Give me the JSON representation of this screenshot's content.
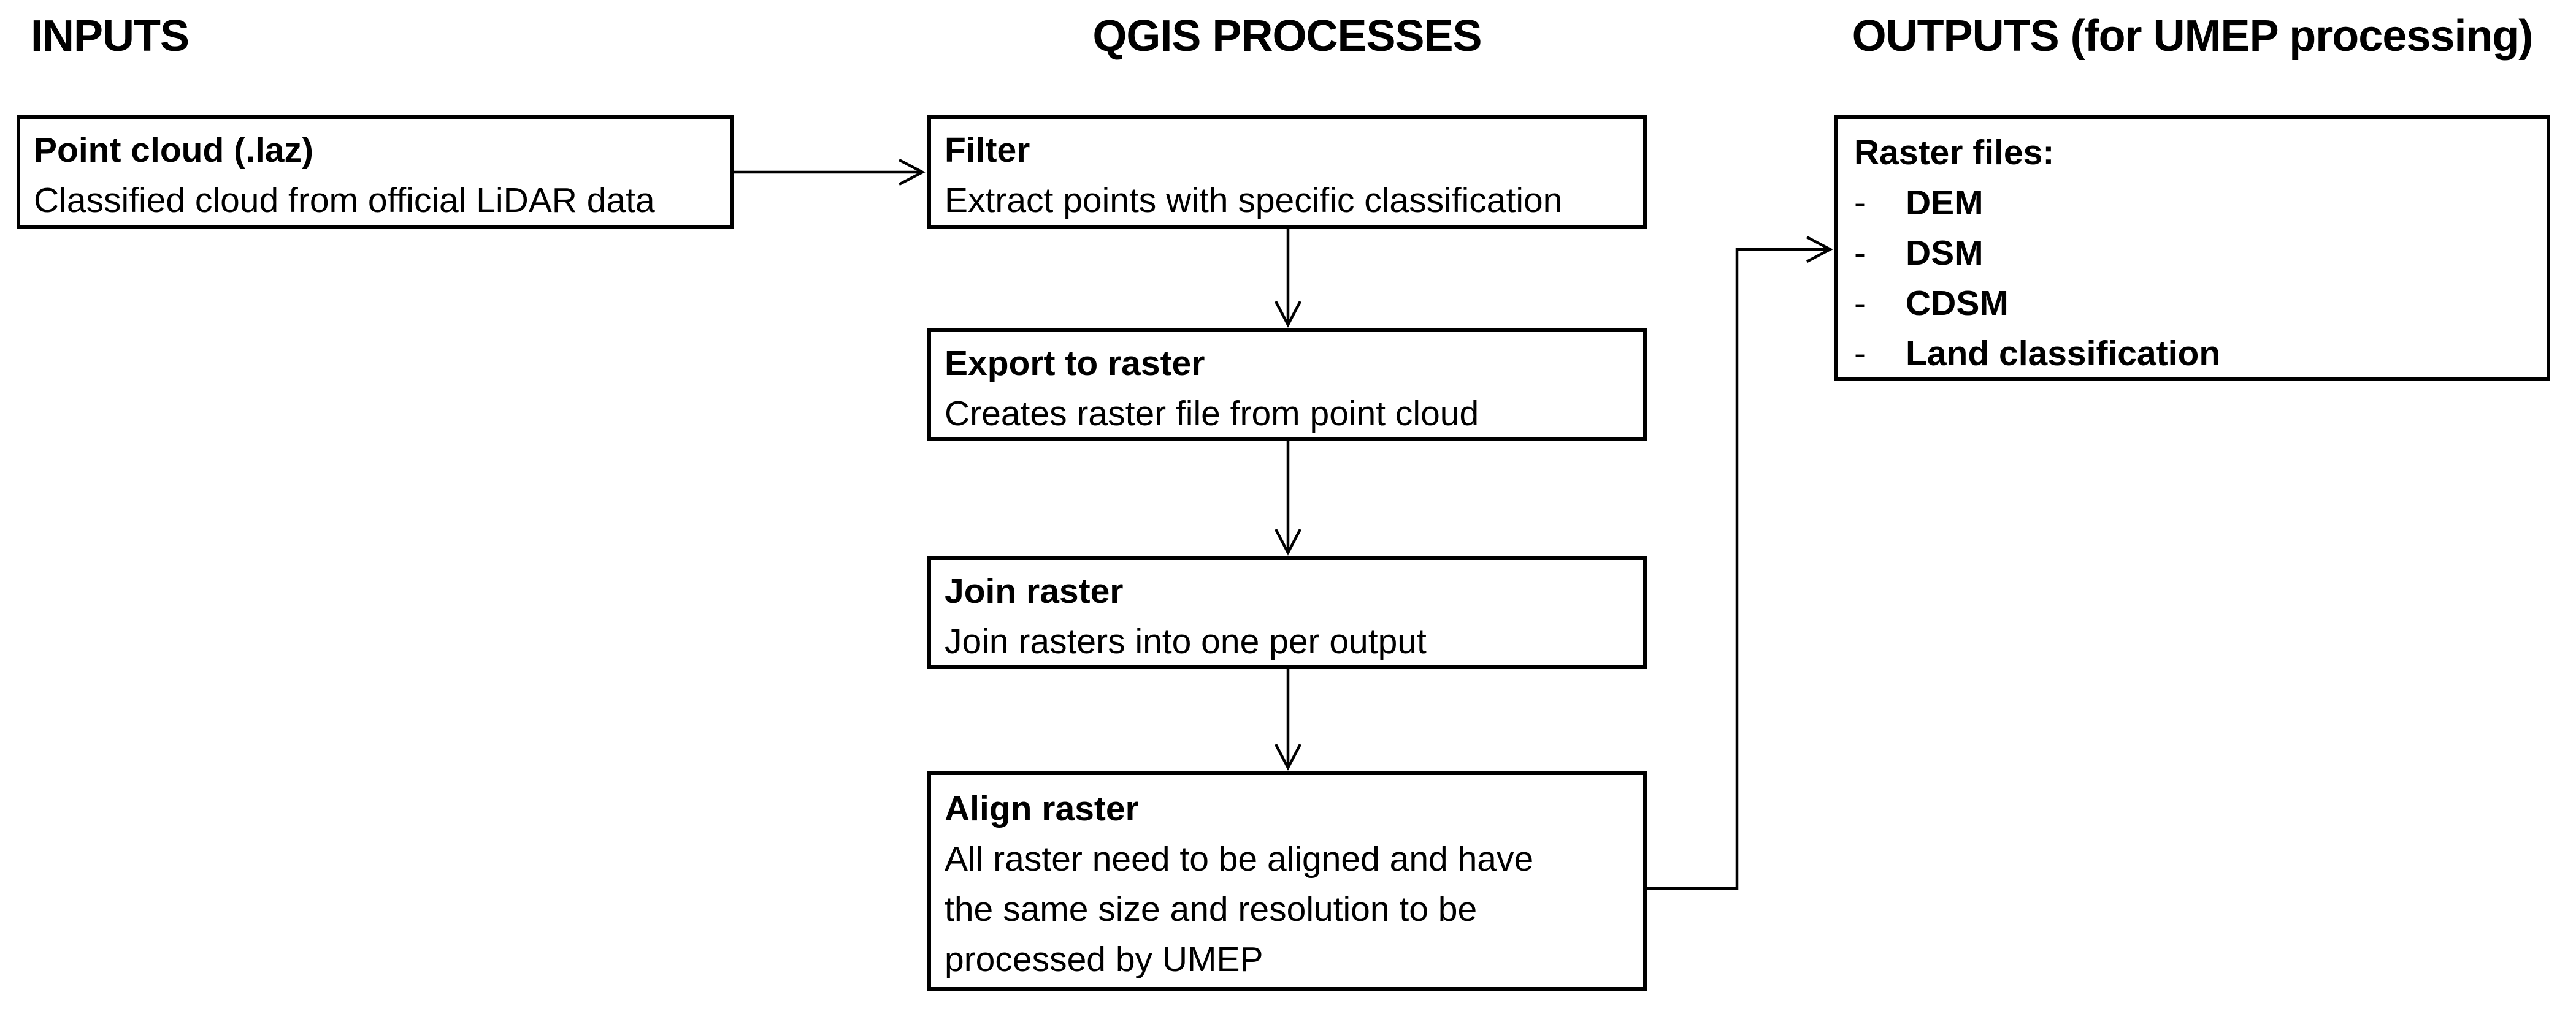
{
  "titles": {
    "inputs": "INPUTS",
    "processes": "QGIS PROCESSES",
    "outputs": "OUTPUTS (for UMEP processing)"
  },
  "nodes": {
    "point_cloud": {
      "title": "Point cloud (.laz)",
      "desc": "Classified cloud from official LiDAR data"
    },
    "filter": {
      "title": "Filter",
      "desc": "Extract points with specific classification"
    },
    "export_to_raster": {
      "title": "Export to raster",
      "desc": "Creates raster file from point cloud"
    },
    "join_raster": {
      "title": "Join raster",
      "desc": "Join rasters into one per output"
    },
    "align_raster": {
      "title": "Align raster",
      "desc_lines": [
        "All raster need to be aligned and have",
        "the same size and resolution to be",
        "processed by UMEP"
      ]
    },
    "outputs": {
      "title": "Raster files:",
      "bullet": "-",
      "items": [
        "DEM",
        "DSM",
        "CDSM",
        "Land classification"
      ]
    }
  },
  "colors": {
    "ink": "#000000",
    "background": "#ffffff"
  }
}
